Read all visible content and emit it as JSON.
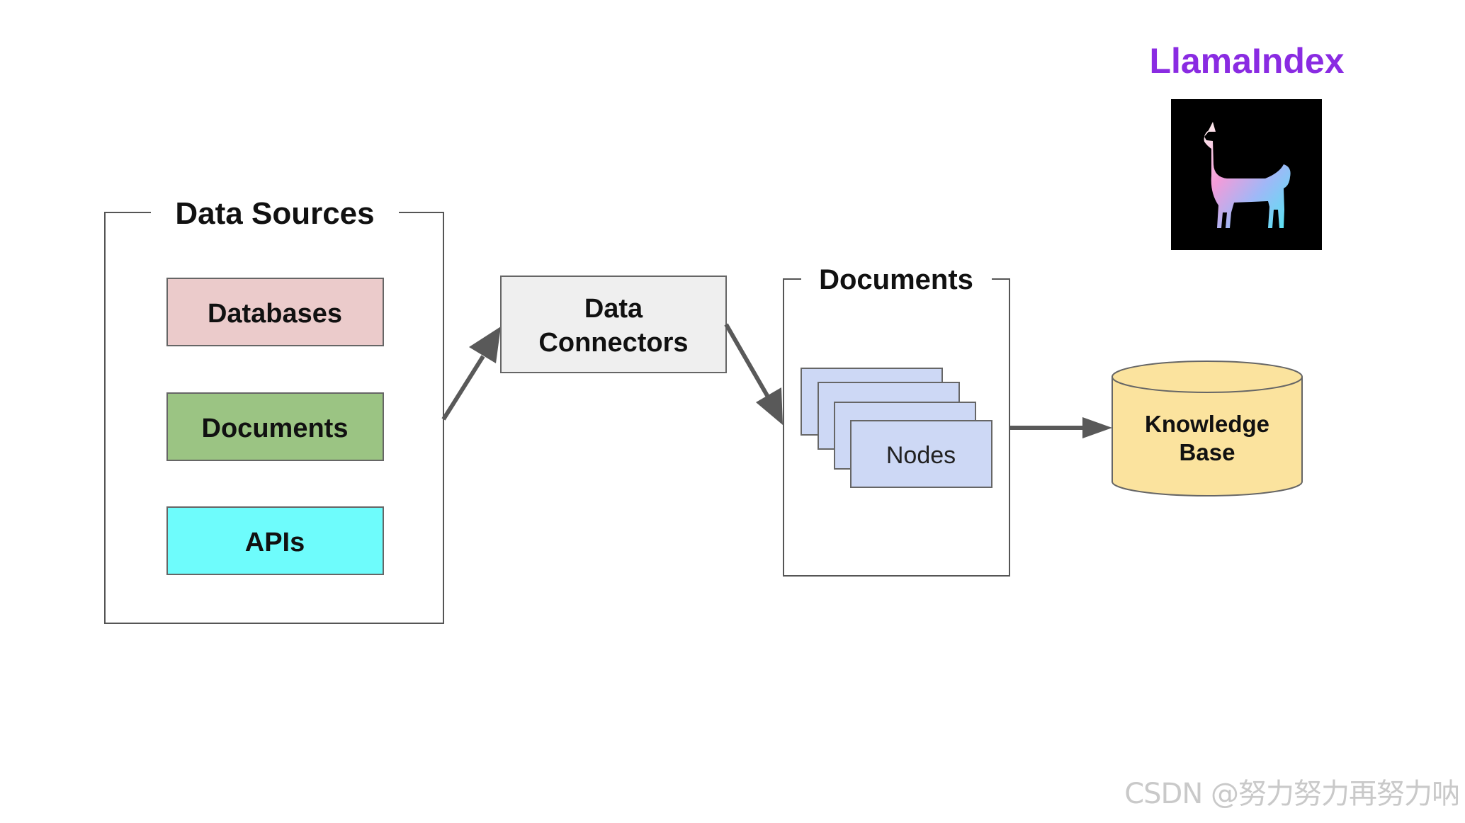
{
  "brand": {
    "name": "LlamaIndex",
    "color": "#8a2be2"
  },
  "data_sources": {
    "title": "Data Sources",
    "items": [
      {
        "label": "Databases",
        "color": "#ebcbcb"
      },
      {
        "label": "Documents",
        "color": "#9bc483"
      },
      {
        "label": "APIs",
        "color": "#6efcfc"
      }
    ]
  },
  "connectors": {
    "line1": "Data",
    "line2": "Connectors",
    "color": "#efefef"
  },
  "documents_group": {
    "title": "Documents",
    "node_label": "Nodes",
    "node_color": "#cdd8f5"
  },
  "knowledge_base": {
    "line1": "Knowledge",
    "line2": "Base",
    "color": "#fbe39e"
  },
  "watermark": "CSDN @努力努力再努力呐"
}
